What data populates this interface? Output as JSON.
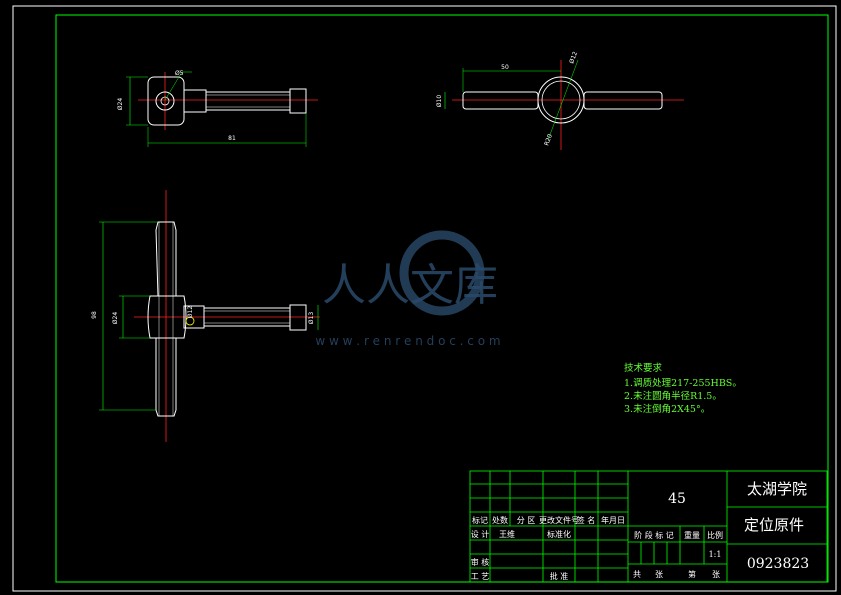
{
  "drawing": {
    "colors": {
      "background": "#000000",
      "frame": "#00ff00",
      "part": "#ffffff",
      "centerline": "#ff2020",
      "dimension": "#00ff00",
      "hidden": "#ffff00",
      "notes": "#66ff33",
      "watermark": "#2a4a6a"
    },
    "dimensions": {
      "top_left_dia": "Ø24",
      "top_left_small": "Ø5",
      "top_left_len": "81",
      "top_right_len": "50",
      "top_right_dia": "Ø12",
      "top_right_r": "R20",
      "top_right_d2": "Ø10",
      "main_height": "98",
      "main_dia": "Ø24",
      "main_small": "Ø12",
      "main_right_dia": "Ø13"
    },
    "notes": {
      "title": "技术要求",
      "items": [
        "1.调质处理217-255HBS。",
        "2.未注圆角半径R1.5。",
        "3.未注倒角2X45°。"
      ]
    },
    "title_block": {
      "material": "45",
      "school": "太湖学院",
      "part_name": "定位原件",
      "drawing_no": "0923823",
      "scale": "1:1",
      "labels": {
        "biaoji": "标记",
        "chushu": "处数",
        "fenqu": "分 区",
        "gengwen": "更改文件号",
        "qianming": "签 名",
        "nianyueri": "年月日",
        "sheji": "设 计",
        "biaozhunhua": "标准化",
        "jieduan": "阶 段 标 记",
        "zhongliang": "重量",
        "bili": "比例",
        "shenhe": "审 核",
        "gongyi": "工 艺",
        "pizhun": "批 准",
        "gong": "共",
        "zhang1": "张",
        "di": "第",
        "zhang2": "张",
        "designer_mark": "王维"
      }
    },
    "watermark": {
      "text": "人人文库",
      "url": "w w w . r e n r e n d o c . c o m"
    }
  }
}
